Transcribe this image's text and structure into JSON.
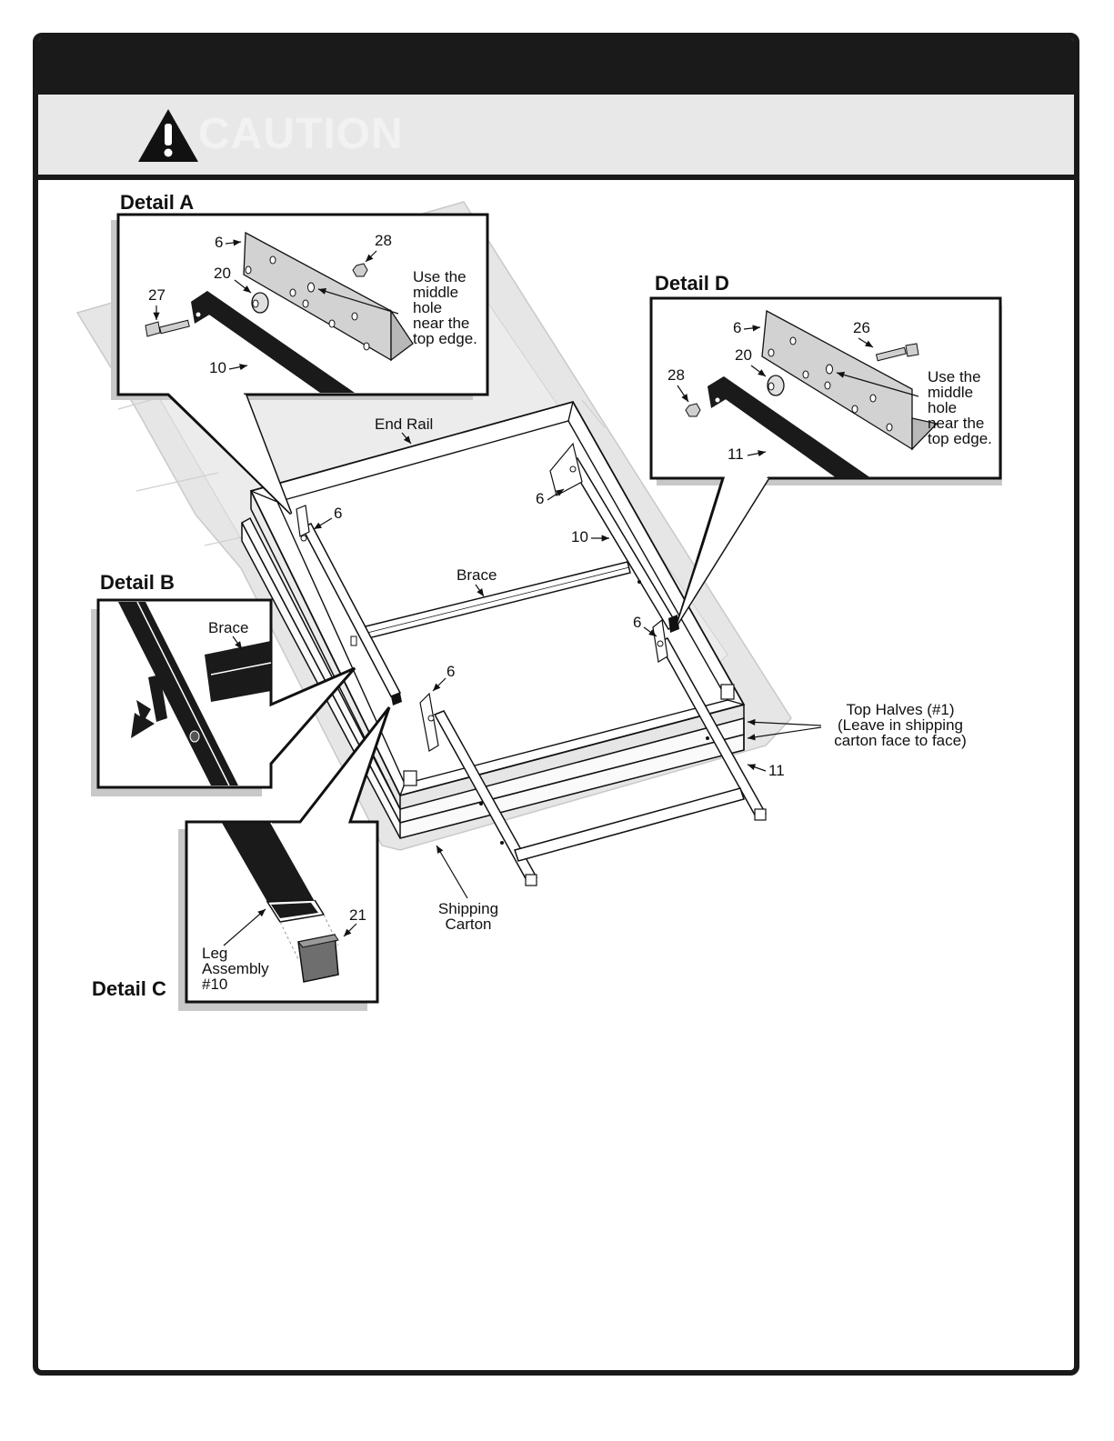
{
  "header": {
    "caution_word": "CAUTION",
    "caution_icon": "warning-triangle-icon"
  },
  "details": {
    "a": {
      "title": "Detail A",
      "parts": {
        "p6": "6",
        "p28": "28",
        "p20": "20",
        "p27": "27",
        "p10": "10"
      },
      "note": [
        "Use the",
        "middle",
        "hole",
        "near the",
        "top edge."
      ]
    },
    "b": {
      "title": "Detail B",
      "brace": "Brace"
    },
    "c": {
      "title": "Detail C",
      "part21": "21",
      "leg": [
        "Leg",
        "Assembly",
        "#10"
      ]
    },
    "d": {
      "title": "Detail D",
      "parts": {
        "p6": "6",
        "p26": "26",
        "p20": "20",
        "p28": "28",
        "p11": "11"
      },
      "note": [
        "Use the",
        "middle",
        "hole",
        "near the",
        "top edge."
      ]
    }
  },
  "main": {
    "end_rail": "End Rail",
    "brace": "Brace",
    "bracket": "6",
    "leg10": "10",
    "leg11": "11",
    "top_halves": [
      "Top Halves (#1)",
      "(Leave in shipping",
      "carton face to face)"
    ],
    "shipping_carton": [
      "Shipping",
      "Carton"
    ]
  },
  "colors": {
    "frame": "#1a1a1a",
    "band": "#e8e8e8",
    "carton": "#e6e6e6",
    "steel": "#1a1a1a",
    "bracket": "#bdbdbd"
  }
}
